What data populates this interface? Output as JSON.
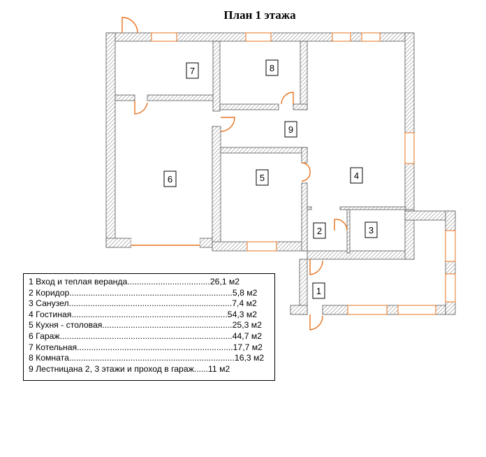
{
  "title": "План 1 этажа",
  "colors": {
    "wall_hatch": "#9a9a9a",
    "door_window": "#e8731e"
  },
  "rooms": [
    {
      "number": "1",
      "name": "Вход и теплая веранда",
      "area": "26,1 м2"
    },
    {
      "number": "2",
      "name": "Коридор",
      "area": "5,8 м2"
    },
    {
      "number": "3",
      "name": "Санузел",
      "area": "7,4 м2"
    },
    {
      "number": "4",
      "name": "Гостиная",
      "area": "54,3 м2"
    },
    {
      "number": "5",
      "name": "Кухня - столовая",
      "area": "25,3 м2"
    },
    {
      "number": "6",
      "name": "Гараж",
      "area": "44,7 м2"
    },
    {
      "number": "7",
      "name": "Котельная",
      "area": "17,7 м2"
    },
    {
      "number": "8",
      "name": "Комната",
      "area": "16,3 м2"
    },
    {
      "number": "9",
      "name": "Лестницана 2, 3 этажи и проход в гараж",
      "area": "11 м2"
    }
  ],
  "legend_rows": [
    "1  Вход и теплая веранда...................................26,1 м2",
    "2  Коридор.....................................................................5,8 м2",
    "3  Санузел.....................................................................7,4 м2",
    "4  Гостиная..................................................................54,3 м2",
    "5  Кухня - столовая.......................................................25,3 м2",
    "6  Гараж.........................................................................44,7 м2",
    "7  Котельная..................................................................17,7 м2",
    "8  Комната......................................................................16,3 м2",
    "9  Лестницана 2, 3 этажи и проход в гараж......11 м2"
  ]
}
